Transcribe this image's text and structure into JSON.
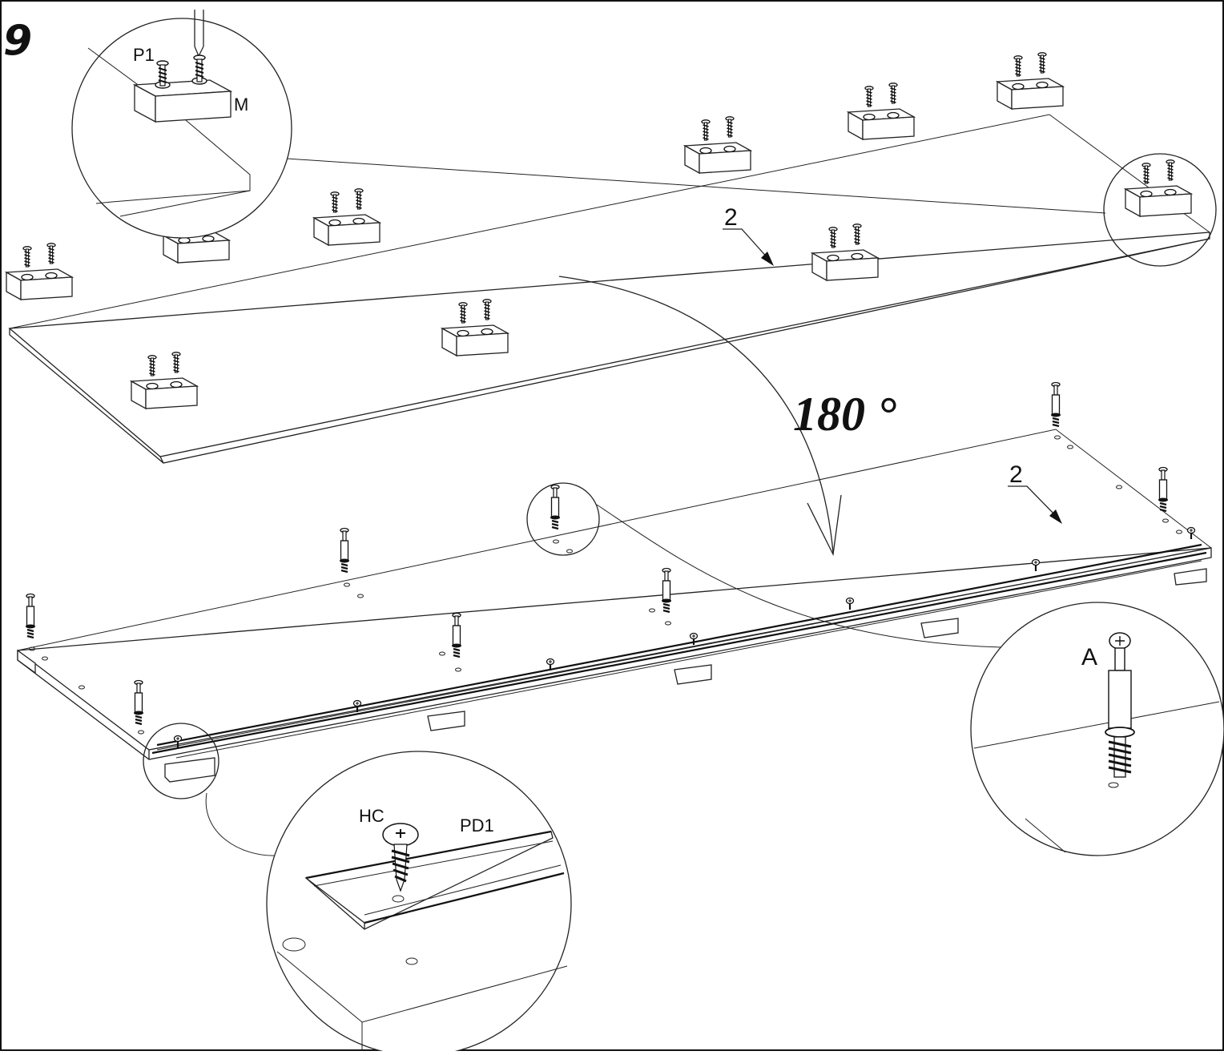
{
  "step": {
    "number": "9"
  },
  "rotation": {
    "label": "180 °"
  },
  "panels": {
    "upper_ref": "2",
    "lower_ref": "2"
  },
  "details": {
    "top_left": {
      "part_screw": "P1",
      "part_block": "M"
    },
    "bottom": {
      "part_screw": "HC",
      "part_profile": "PD1"
    },
    "right": {
      "part_bolt": "A"
    }
  },
  "icons": {
    "screw": "screw-icon",
    "cam_bolt": "cam-bolt-icon",
    "block": "wooden-block-icon",
    "screwdriver": "screwdriver-icon"
  },
  "colors": {
    "line": "#222222",
    "background": "#ffffff"
  }
}
